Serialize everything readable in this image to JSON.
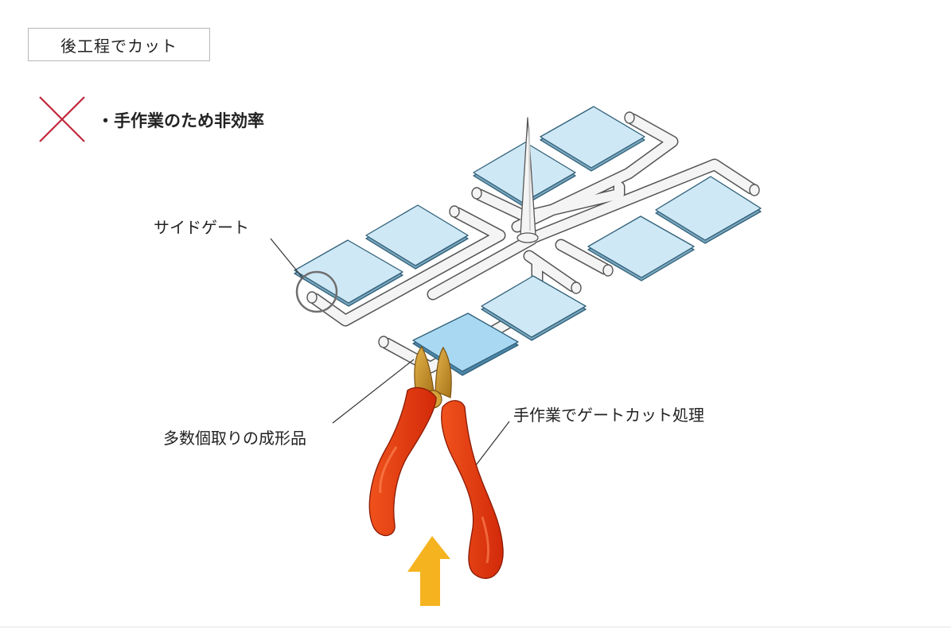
{
  "header": {
    "title": "後工程でカット"
  },
  "verdict": {
    "note": "・手作業のため非効率"
  },
  "labels": {
    "side_gate": "サイドゲート",
    "multi_cavity": "多数個取りの成形品",
    "manual_cut": "手作業でゲートカット処理"
  },
  "icons": {
    "verdict_icon": "x-mark-icon",
    "tool_icon": "nippers-icon",
    "motion_icon": "up-arrow-icon"
  },
  "colors": {
    "x_mark": "#c0283c",
    "part_fill": "#cfe8f6",
    "part_highlight": "#a9d8f2",
    "runner": "#f4f4f4",
    "nipper_handle": "#e23a10",
    "nipper_blade": "#c8901e",
    "arrow": "#f5b320"
  }
}
